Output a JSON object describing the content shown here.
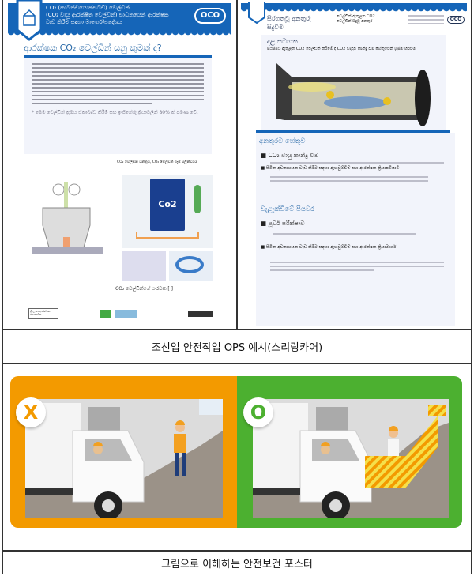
{
  "row1": {
    "left_doc": {
      "header_lines": [
        "CO₂ (කාබන්ඩයොක්සයිඩ්) වෙල්ඩින්",
        "(CO₂ වායු ආරක්ෂිත වෙල්ඩින්) සාධනයෙන් ආරක්ෂක",
        "වැඩ කිරීම සඳහා මාර්ගෝපදේශය"
      ],
      "logo_text": "OCO",
      "title": "ආරක්ෂක CO₂ වෙල්ඩින් යනු කුමක් ද?",
      "note": "* මෙම වෙල්ඩින් ක්‍රමය ඒකාබද්ධ කිරීම් සහ ඉංජිනේරු ක්‍රියාවලීන් 80% ක් පමණ වේ.",
      "figure_heading": "CO₂ වෙල්ඩින් යන්ත්‍රය, CO₂ වෙල්ඩින් ගෑස් සිලින්ඩරය",
      "machine_label": "Co2",
      "figure_caption": "CO₂ වෙල්ඩින්ගේ සංරචක [ ]",
      "footer_box": "ශ්‍රී ලංකා ආරක්ෂක ව්‍යාපෘතිය"
    },
    "right_doc": {
      "title": "සිරගතවූ අනතුරු සිදුවීම",
      "subtitle": "වෙල්ඩින් ඇතුළත CO2 වෙල්ඩින් සිදුවූ අනතුර",
      "logo_text": "OCO",
      "overview_heading": "දළ සටහන",
      "overview_text": "පයිප්පය ඇතුළත CO2 වෙල්ඩින් කිරීමේ දී CO2 වායුව කාන්දු වීම හේතුවෙන් හුස්ම හිරවීම",
      "cause_heading": "අනතුරට හේතුව",
      "cause_items": [
        "CO₂ වායු කාන්දු වීම",
        "සීමිත අවකාශයක වැඩ කිරීම සඳහා ඇඟවුම්වීම් සහ ආරක්ෂක ක්‍රියාපටිපාටි"
      ],
      "prevention_heading": "වැළැක්වීමේ පියවර",
      "prevention_items": [
        "පූර්ව පරීක්ෂාව",
        "සීමිත අවකාශයක වැඩ කිරීම සඳහා ඇඟවුම්වීම් සහ ආරක්ෂක ක්‍රියාමාර්ග"
      ]
    },
    "caption": "조선업 안전작업 OPS 예시(스리랑카어)"
  },
  "row2": {
    "poster": {
      "wrong_mark": "X",
      "right_mark": "O",
      "colors": {
        "wrong": "#f39a00",
        "right": "#4cb030"
      }
    },
    "caption": "그림으로 이해하는 안전보건 포스터"
  }
}
